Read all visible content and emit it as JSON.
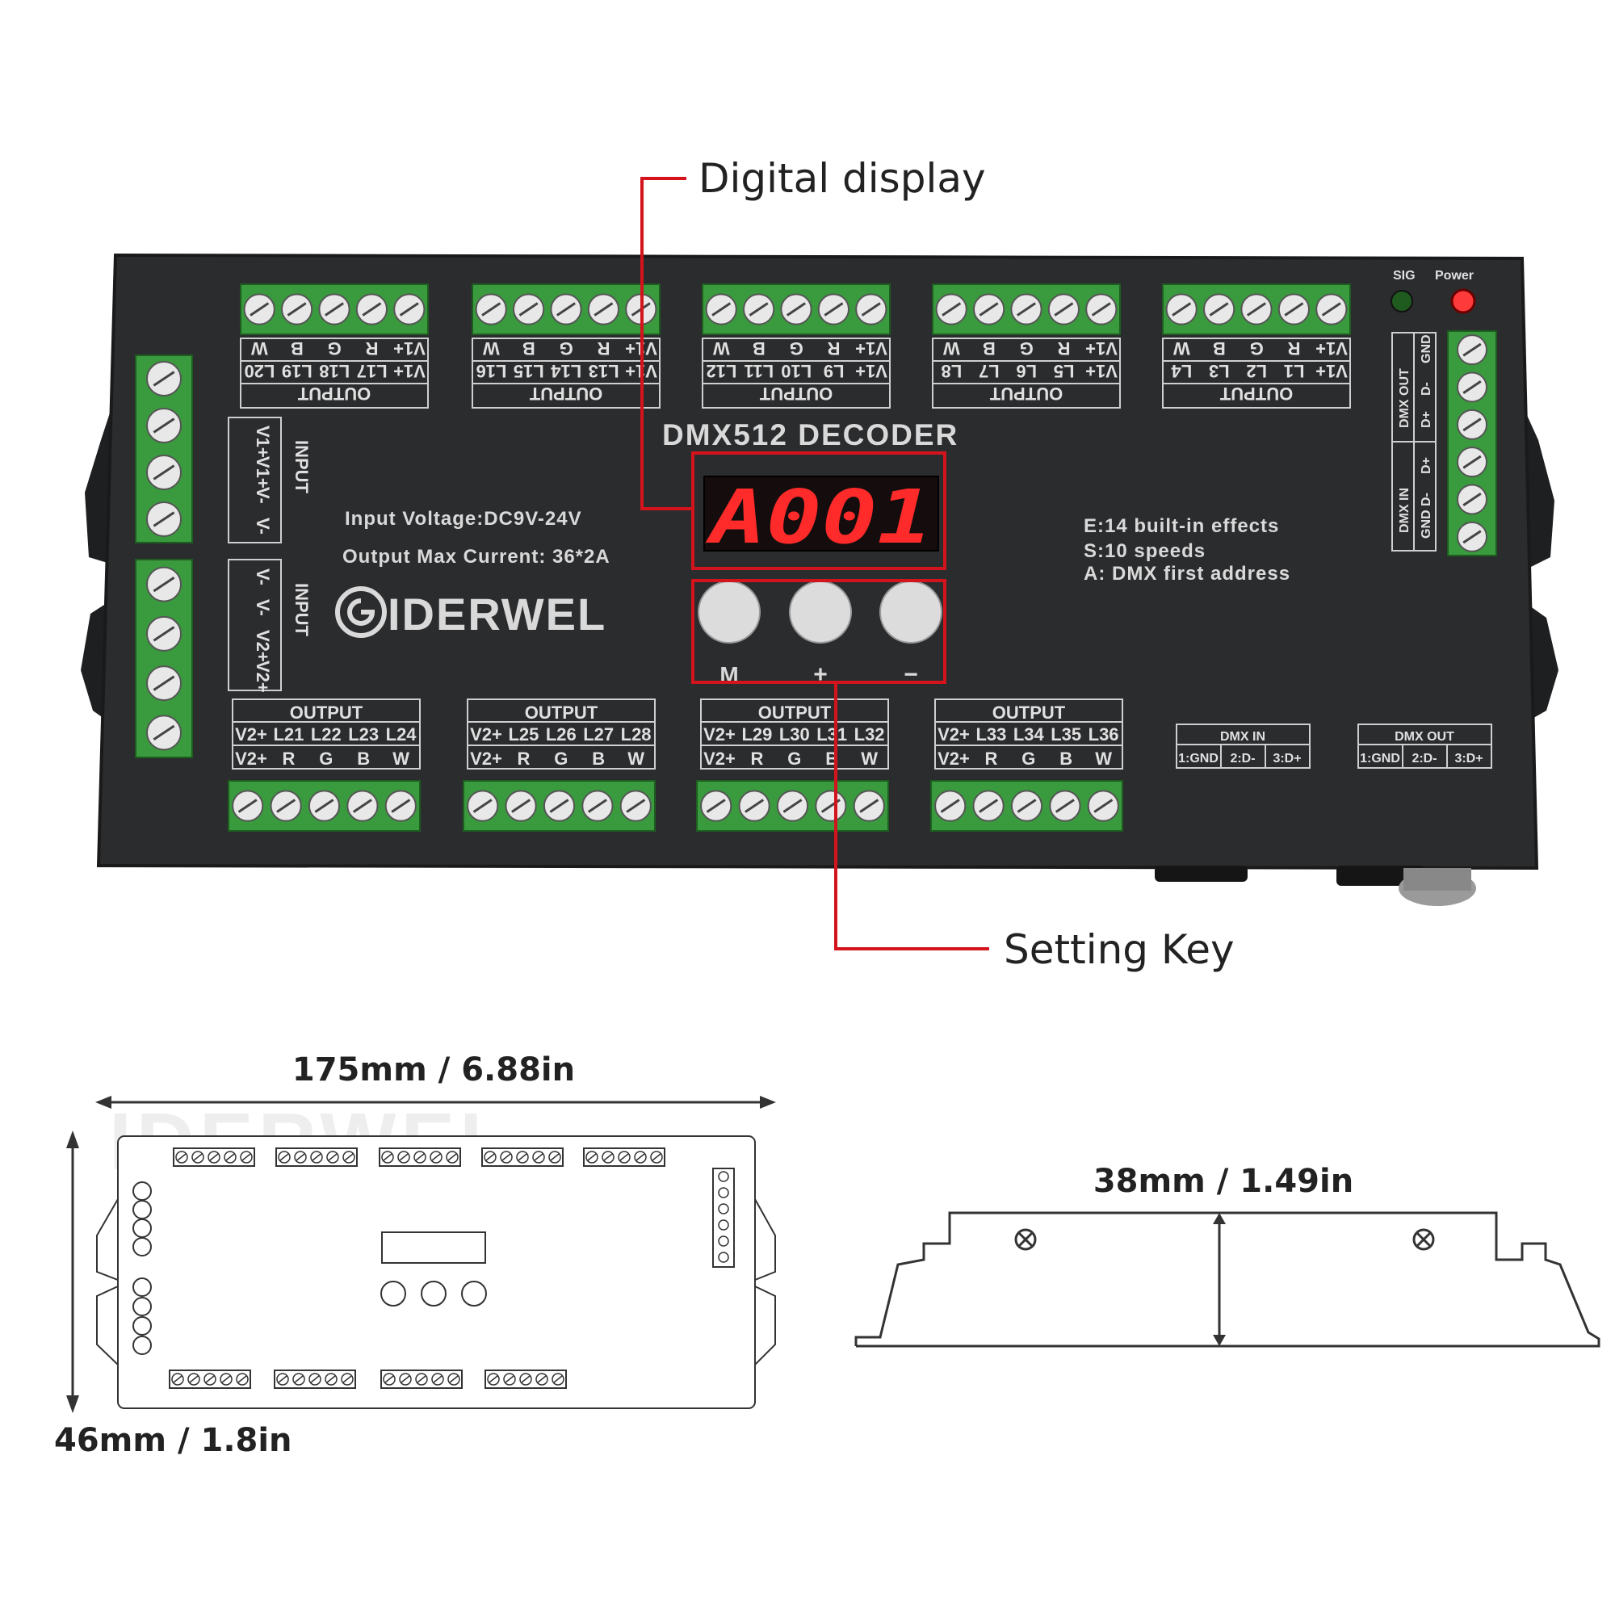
{
  "callouts": {
    "display": "Digital display",
    "keys": "Setting Key"
  },
  "device": {
    "title": "DMX512 DECODER",
    "brand": "IDERWEL",
    "voltage": "Input Voltage:DC9V-24V",
    "current": "Output Max  Current: 36*2A",
    "display_value": "A001",
    "effects": "E:14 built-in effects",
    "speeds": "S:10 speeds",
    "address": "A: DMX first address",
    "buttons": [
      "M",
      "+",
      "−"
    ],
    "led_sig": "SIG",
    "led_power": "Power",
    "input_label": "INPUT",
    "output_label": "OUTPUT",
    "input1_pins": [
      "V1+",
      "V1+",
      "V-",
      "V-"
    ],
    "input2_pins": [
      "V-",
      "V-",
      "V2+",
      "V2+"
    ],
    "top_groups": [
      {
        "channels": [
          "V1+",
          "L17",
          "L18",
          "L19",
          "L20"
        ],
        "colors": [
          "V1+",
          "R",
          "G",
          "B",
          "W"
        ]
      },
      {
        "channels": [
          "V1+",
          "L13",
          "L14",
          "L15",
          "L16"
        ],
        "colors": [
          "V1+",
          "R",
          "G",
          "B",
          "W"
        ]
      },
      {
        "channels": [
          "V1+",
          "L9",
          "L10",
          "L11",
          "L12"
        ],
        "colors": [
          "V1+",
          "R",
          "G",
          "B",
          "W"
        ]
      },
      {
        "channels": [
          "V1+",
          "L5",
          "L6",
          "L7",
          "L8"
        ],
        "colors": [
          "V1+",
          "R",
          "G",
          "B",
          "W"
        ]
      },
      {
        "channels": [
          "V1+",
          "L1",
          "L2",
          "L3",
          "L4"
        ],
        "colors": [
          "V1+",
          "R",
          "G",
          "B",
          "W"
        ]
      }
    ],
    "bottom_groups": [
      {
        "channels": [
          "V2+",
          "L21",
          "L22",
          "L23",
          "L24"
        ],
        "colors": [
          "V2+",
          "R",
          "G",
          "B",
          "W"
        ]
      },
      {
        "channels": [
          "V2+",
          "L25",
          "L26",
          "L27",
          "L28"
        ],
        "colors": [
          "V2+",
          "R",
          "G",
          "B",
          "W"
        ]
      },
      {
        "channels": [
          "V2+",
          "L29",
          "L30",
          "L31",
          "L32"
        ],
        "colors": [
          "V2+",
          "R",
          "G",
          "B",
          "W"
        ]
      },
      {
        "channels": [
          "V2+",
          "L33",
          "L34",
          "L35",
          "L36"
        ],
        "colors": [
          "V2+",
          "R",
          "G",
          "B",
          "W"
        ]
      }
    ],
    "dmx_in": {
      "title": "DMX IN",
      "pins": [
        "1:GND",
        "2:D-",
        "3:D+"
      ]
    },
    "dmx_out": {
      "title": "DMX OUT",
      "pins": [
        "1:GND",
        "2:D-",
        "3:D+"
      ]
    },
    "side_dmx_out": {
      "title": "DMX OUT",
      "pins": [
        "GND",
        "D-",
        "D+"
      ]
    },
    "side_dmx_in": {
      "title": "DMX IN",
      "pins": [
        "GND",
        "D-",
        "D+"
      ]
    }
  },
  "dimensions": {
    "length": "175mm / 6.88in",
    "width": "46mm /  1.8in",
    "height": "38mm  / 1.49in"
  },
  "colors": {
    "callout_red": "#d4141c",
    "panel": "#2b2c2e",
    "terminal_green": "#3a9a3e",
    "segment_red": "#ff2a2a"
  }
}
